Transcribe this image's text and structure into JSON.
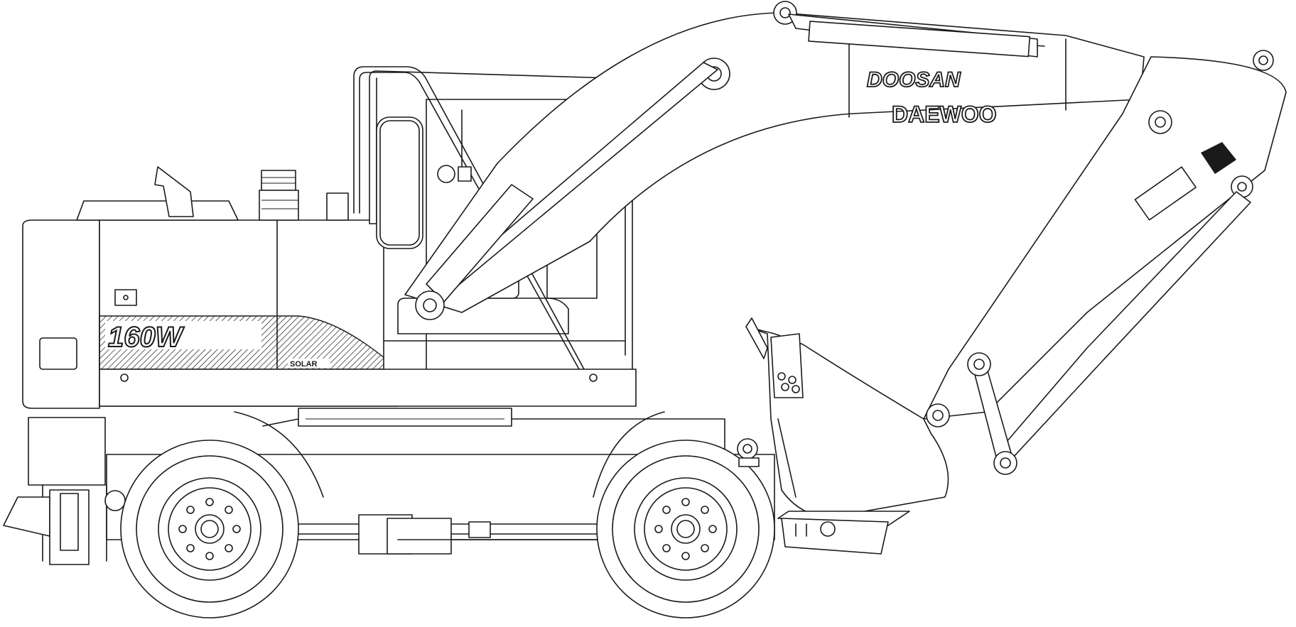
{
  "drawing": {
    "brand_line1": "DOOSAN",
    "brand_line2": "DAEWOO",
    "model_badge": "160W",
    "model_number": "160",
    "model_suffix": "W",
    "small_badge": "SOLAR",
    "colors": {
      "line": "#1a1a1a",
      "background": "#ffffff"
    }
  }
}
